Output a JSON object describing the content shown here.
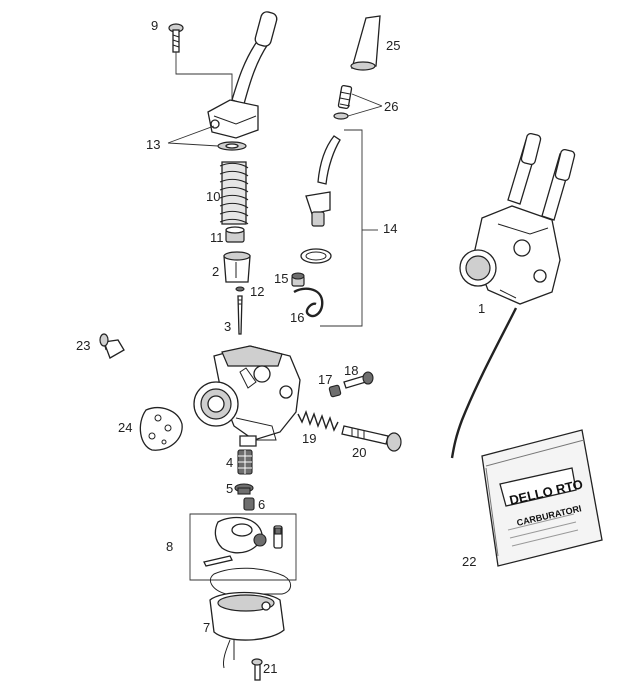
{
  "labels": {
    "p1": "1",
    "p2": "2",
    "p3": "3",
    "p4": "4",
    "p5": "5",
    "p6": "6",
    "p7": "7",
    "p8": "8",
    "p9": "9",
    "p10": "10",
    "p11": "11",
    "p12": "12",
    "p13": "13",
    "p14": "14",
    "p15": "15",
    "p16": "16",
    "p17": "17",
    "p18": "18",
    "p19": "19",
    "p20": "20",
    "p21": "21",
    "p22": "22",
    "p23": "23",
    "p24": "24",
    "p25": "25",
    "p26": "26"
  },
  "bag": {
    "brand": "DELLO RTO",
    "subtitle": "CARBURATORI"
  }
}
